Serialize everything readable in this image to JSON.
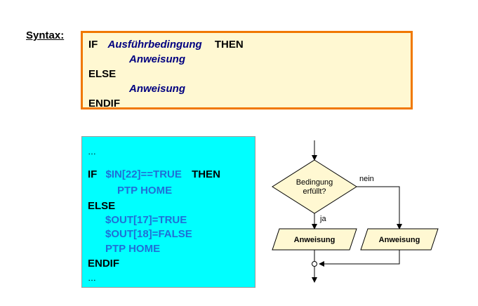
{
  "syntax": {
    "label": "Syntax:",
    "if_kw": "IF",
    "condition": "Ausführbedingung",
    "then_kw": "THEN",
    "statement1": "Anweisung",
    "else_kw": "ELSE",
    "statement2": "Anweisung",
    "endif_kw": "ENDIF"
  },
  "example": {
    "ellipsis_top": "…",
    "if_kw": "IF",
    "condition": "$IN[22]==TRUE",
    "then_kw": "THEN",
    "then_stmt": "PTP HOME",
    "else_kw": "ELSE",
    "else_stmt1": "$OUT[17]=TRUE",
    "else_stmt2": "$OUT[18]=FALSE",
    "else_stmt3": "PTP HOME",
    "endif_kw": "ENDIF",
    "ellipsis_bottom": "…"
  },
  "flowchart": {
    "decision_line1": "Bedingung",
    "decision_line2": "erfüllt?",
    "yes_label": "ja",
    "no_label": "nein",
    "left_action": "Anweisung",
    "right_action": "Anweisung"
  },
  "colors": {
    "syntax_border": "#f07800",
    "syntax_fill": "#fff8d2",
    "code_fill": "#00ffff",
    "shape_fill": "#fff8d2",
    "italic_text": "#000080",
    "code_blue": "#1f6fd6"
  }
}
